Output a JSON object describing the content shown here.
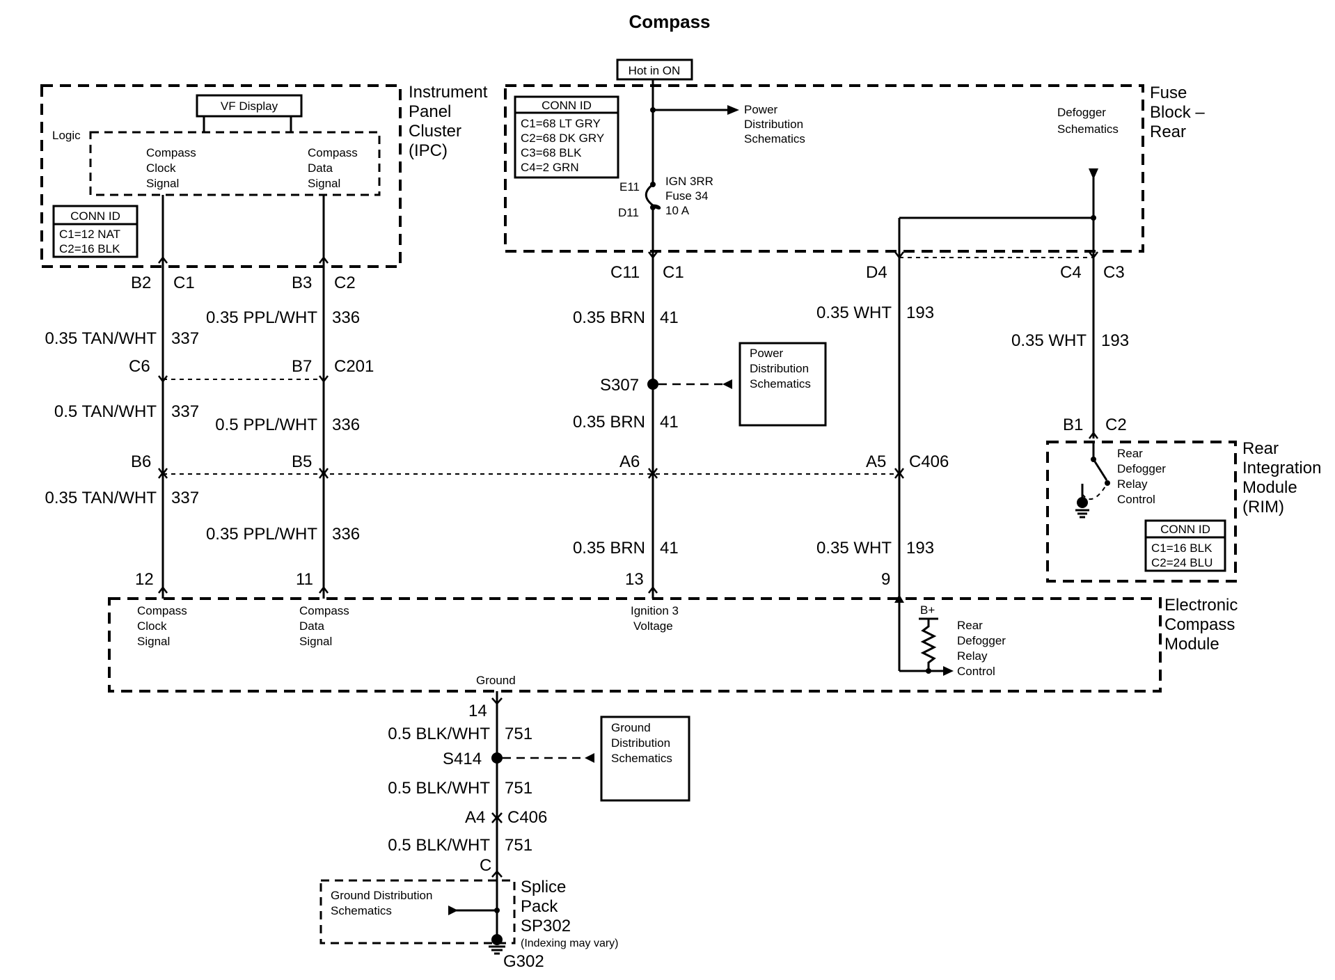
{
  "title": "Compass",
  "hot_in_on": "Hot in ON",
  "modules": {
    "ipc": {
      "lines": [
        "Instrument",
        "Panel",
        "Cluster",
        "(IPC)"
      ],
      "vf_display": "VF Display",
      "logic": "Logic",
      "clock_signal": [
        "Compass",
        "Clock",
        "Signal"
      ],
      "data_signal": [
        "Compass",
        "Data",
        "Signal"
      ],
      "conn_id": {
        "header": "CONN ID",
        "rows": [
          "C1=12 NAT",
          "C2=16 BLK"
        ]
      }
    },
    "fuse_block": {
      "lines": [
        "Fuse",
        "Block –",
        "Rear"
      ],
      "conn_id": {
        "header": "CONN ID",
        "rows": [
          "C1=68 LT GRY",
          "C2=68 DK GRY",
          "C3=68 BLK",
          "C4=2 GRN"
        ]
      },
      "power_dist": [
        "Power",
        "Distribution",
        "Schematics"
      ],
      "defogger": [
        "Defogger",
        "Schematics"
      ],
      "fuse": [
        "IGN 3RR",
        "Fuse 34",
        "10 A"
      ],
      "fuse_top_pin": "E11",
      "fuse_bot_pin": "D11"
    },
    "rim": {
      "lines": [
        "Rear",
        "Integration",
        "Module",
        "(RIM)"
      ],
      "relay": [
        "Rear",
        "Defogger",
        "Relay",
        "Control"
      ],
      "conn_id": {
        "header": "CONN ID",
        "rows": [
          "C1=16 BLK",
          "C2=24 BLU"
        ]
      }
    },
    "ecm": {
      "lines": [
        "Electronic",
        "Compass",
        "Module"
      ],
      "clock_signal": [
        "Compass",
        "Clock",
        "Signal"
      ],
      "data_signal": [
        "Compass",
        "Data",
        "Signal"
      ],
      "ignition": [
        "Ignition 3",
        "Voltage"
      ],
      "ground": "Ground",
      "bplus": "B+",
      "relay": [
        "Rear",
        "Defogger",
        "Relay",
        "Control"
      ]
    },
    "splice_pack": {
      "lines": [
        "Splice",
        "Pack",
        "SP302"
      ],
      "note": "(Indexing may vary)",
      "gnd_dist": [
        "Ground Distribution",
        "Schematics"
      ]
    },
    "power_dist_box": [
      "Power",
      "Distribution",
      "Schematics"
    ],
    "ground_dist_box": [
      "Ground",
      "Distribution",
      "Schematics"
    ]
  },
  "pins": {
    "b2": "B2",
    "c1_ipc": "C1",
    "b3": "B3",
    "c2_ipc": "C2",
    "c11": "C11",
    "c1_fb": "C1",
    "d4": "D4",
    "c4": "C4",
    "c3": "C3",
    "c6": "C6",
    "b7": "B7",
    "c201": "C201",
    "b6": "B6",
    "b5": "B5",
    "a6": "A6",
    "a5": "A5",
    "c406": "C406",
    "b1": "B1",
    "c2_rim": "C2",
    "p12": "12",
    "p11": "11",
    "p13": "13",
    "p9": "9",
    "p14": "14",
    "a4": "A4",
    "c406b": "C406",
    "c": "C"
  },
  "splices": {
    "s307": "S307",
    "s414": "S414",
    "g302": "G302"
  },
  "wires": {
    "w1_top": {
      "gauge": "0.35 TAN/WHT",
      "circuit": "337"
    },
    "w1_mid": {
      "gauge": "0.5 TAN/WHT",
      "circuit": "337"
    },
    "w1_bot": {
      "gauge": "0.35 TAN/WHT",
      "circuit": "337"
    },
    "w2_top": {
      "gauge": "0.35 PPL/WHT",
      "circuit": "336"
    },
    "w2_mid": {
      "gauge": "0.5 PPL/WHT",
      "circuit": "336"
    },
    "w2_bot": {
      "gauge": "0.35 PPL/WHT",
      "circuit": "336"
    },
    "w3_top": {
      "gauge": "0.35 BRN",
      "circuit": "41"
    },
    "w3_mid": {
      "gauge": "0.35 BRN",
      "circuit": "41"
    },
    "w3_bot": {
      "gauge": "0.35 BRN",
      "circuit": "41"
    },
    "w4_top": {
      "gauge": "0.35 WHT",
      "circuit": "193"
    },
    "w4_bot": {
      "gauge": "0.35 WHT",
      "circuit": "193"
    },
    "w5_top": {
      "gauge": "0.35 WHT",
      "circuit": "193"
    },
    "g1": {
      "gauge": "0.5 BLK/WHT",
      "circuit": "751"
    },
    "g2": {
      "gauge": "0.5 BLK/WHT",
      "circuit": "751"
    },
    "g3": {
      "gauge": "0.5 BLK/WHT",
      "circuit": "751"
    }
  }
}
